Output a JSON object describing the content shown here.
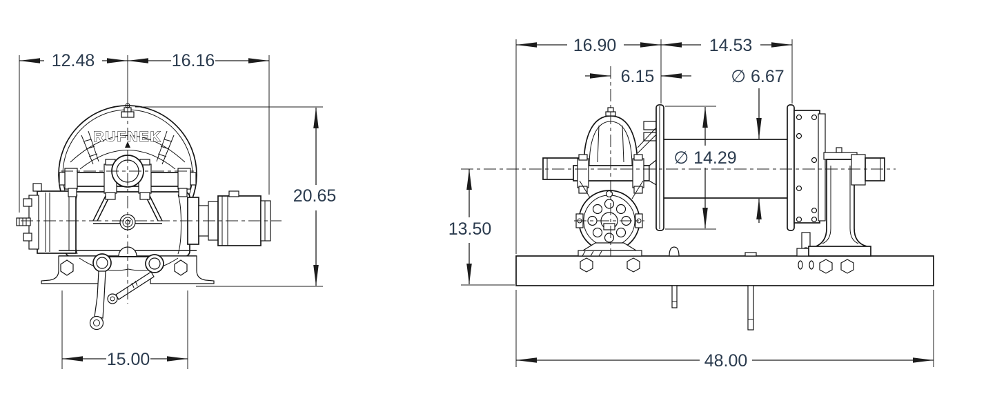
{
  "drawing": {
    "brand": "RUFNEK",
    "views": {
      "front": {
        "dimensions": {
          "left_offset": "12.48",
          "right_offset": "16.16",
          "overall_height": "20.65",
          "base_width": "15.00"
        }
      },
      "side": {
        "dimensions": {
          "gear_end_length": "16.90",
          "drum_section_length": "14.53",
          "centerline_offset": "6.15",
          "barrel_diameter": "∅ 6.67",
          "flange_diameter": "∅ 14.29",
          "centerline_height": "13.50",
          "overall_length": "48.00"
        }
      }
    }
  }
}
